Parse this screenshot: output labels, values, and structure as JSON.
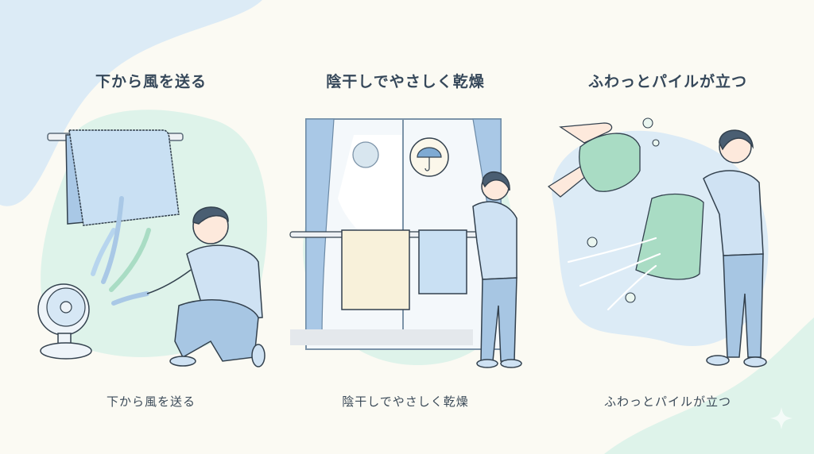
{
  "colors": {
    "background": "#fbfaf3",
    "blob_blue": "#dcebf6",
    "blob_mint": "#def3ea",
    "title_text": "#36485a",
    "caption_text": "#3b4a58",
    "towel_blue": "#c9e0f3",
    "towel_cream": "#f8f1da",
    "towel_green": "#a9dcc4",
    "shirt": "#cfe2f3",
    "pants": "#a7c6e3",
    "outline": "#33414e"
  },
  "panels": [
    {
      "title": "下から風を送る",
      "caption": "下から風を送る",
      "scene": "man kneeling beside a circulator fan blowing air upward onto a towel hanging on a rod",
      "icons": [
        "fan-icon",
        "towel-icon",
        "airflow-arrow-icon",
        "person-icon"
      ]
    },
    {
      "title": "陰干しでやさしく乾燥",
      "caption": "陰干しでやさしく乾燥",
      "scene": "man standing indoors by a curtained window with towels on a drying rack; sun and umbrella symbols on window",
      "icons": [
        "sun-icon",
        "umbrella-icon",
        "window-icon",
        "drying-rack-icon",
        "person-icon"
      ]
    },
    {
      "title": "ふわっとパイルが立つ",
      "caption": "ふわっとパイルが立つ",
      "scene": "hands fluffing a green towel and a man shaking out another green towel with motion lines and fluff puffs",
      "icons": [
        "hands-icon",
        "towel-icon",
        "fluff-icon",
        "motion-lines-icon",
        "person-icon"
      ]
    }
  ],
  "decorations": [
    "sparkle-icon"
  ]
}
